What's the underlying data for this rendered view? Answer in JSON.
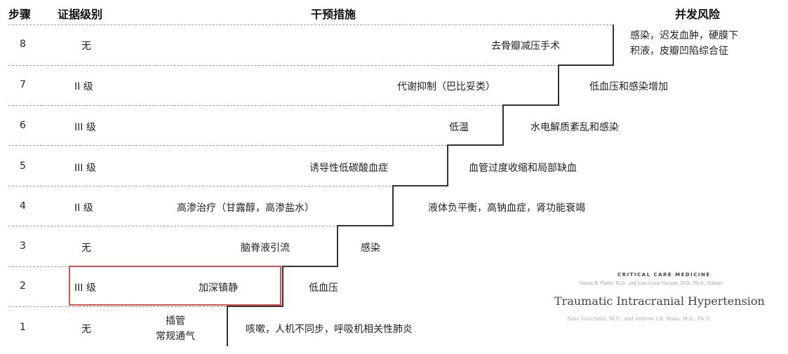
{
  "headers": {
    "step": "步骤",
    "evidence": "证据级别",
    "intervention": "干预措施",
    "risk": "并发风险"
  },
  "rows": [
    {
      "step": "8",
      "evidence": "无",
      "intervention": [
        "去骨瓣减压手术"
      ],
      "risk": [
        "感染，迟发血肿，硬膜下",
        "积液，皮瓣凹陷综合征"
      ]
    },
    {
      "step": "7",
      "evidence": "II 级",
      "intervention": [
        "代谢抑制（巴比妥类）"
      ],
      "risk": [
        "低血压和感染增加"
      ]
    },
    {
      "step": "6",
      "evidence": "III 级",
      "intervention": [
        "低温"
      ],
      "risk": [
        "水电解质紊乱和感染"
      ]
    },
    {
      "step": "5",
      "evidence": "III 级",
      "intervention": [
        "诱导性低碳酸血症"
      ],
      "risk": [
        "血管过度收缩和局部缺血"
      ]
    },
    {
      "step": "4",
      "evidence": "II 级",
      "intervention": [
        "高渗治疗（甘露醇，高渗盐水）"
      ],
      "risk": [
        "液体负平衡，高钠血症，肾功能衰竭"
      ]
    },
    {
      "step": "3",
      "evidence": "无",
      "intervention": [
        "脑脊液引流"
      ],
      "risk": [
        "感染"
      ]
    },
    {
      "step": "2",
      "evidence": "III 级",
      "intervention": [
        "加深镇静"
      ],
      "risk": [
        "低血压"
      ]
    },
    {
      "step": "1",
      "evidence": "无",
      "intervention": [
        "插管",
        "常规通气"
      ],
      "risk": [
        "咳嗽，人机不同步，呼吸机相关性肺炎"
      ]
    }
  ],
  "highlight": {
    "color": "#d9534f"
  },
  "reference": {
    "journal": "CRITICAL CARE MEDICINE",
    "editors": "Simon R. Finfer, M.D., and Jean-Louis Vincent, M.D., Ph.D., Editors",
    "title": "Traumatic Intracranial Hypertension",
    "authors": "Nino Stocchetti, M.D., and Andrew I.R. Maas, M.D., Ph.D."
  }
}
